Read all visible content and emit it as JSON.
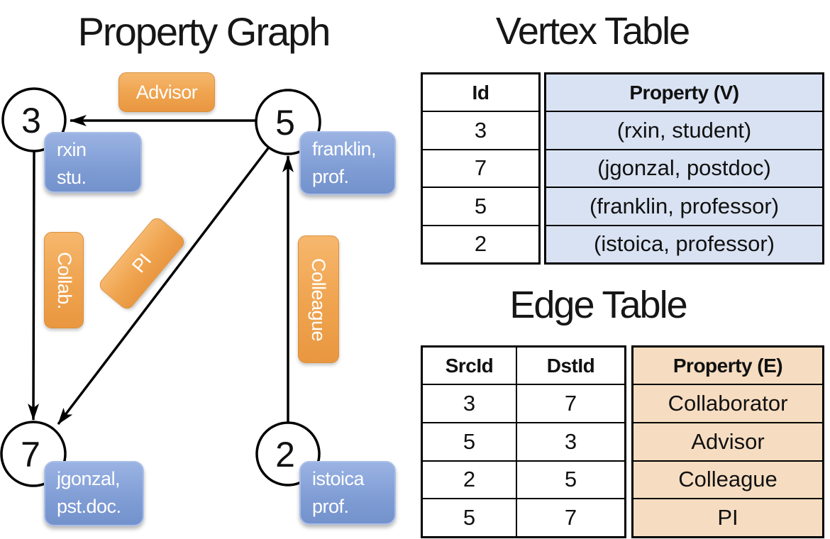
{
  "graph": {
    "title": "Property Graph",
    "nodes": [
      {
        "id": "3"
      },
      {
        "id": "5"
      },
      {
        "id": "7"
      },
      {
        "id": "2"
      }
    ],
    "properties": [
      {
        "line1": "rxin",
        "line2": "stu."
      },
      {
        "line1": "franklin,",
        "line2": "prof."
      },
      {
        "line1": "jgonzal,",
        "line2": "pst.doc."
      },
      {
        "line1": "istoica",
        "line2": "prof."
      }
    ],
    "edges": [
      {
        "label": "Advisor",
        "src": "5",
        "dst": "3"
      },
      {
        "label": "Collab.",
        "src": "3",
        "dst": "7"
      },
      {
        "label": "PI",
        "src": "5",
        "dst": "7"
      },
      {
        "label": "Colleague",
        "src": "2",
        "dst": "5"
      }
    ]
  },
  "vertex_table": {
    "title": "Vertex Table",
    "columns": [
      "Id",
      "Property (V)"
    ],
    "rows": [
      [
        "3",
        "(rxin, student)"
      ],
      [
        "7",
        "(jgonzal, postdoc)"
      ],
      [
        "5",
        "(franklin, professor)"
      ],
      [
        "2",
        "(istoica, professor)"
      ]
    ]
  },
  "edge_table": {
    "title": "Edge Table",
    "columns": [
      "SrcId",
      "DstId",
      "Property (E)"
    ],
    "rows": [
      [
        "3",
        "7",
        "Collaborator"
      ],
      [
        "5",
        "3",
        "Advisor"
      ],
      [
        "2",
        "5",
        "Colleague"
      ],
      [
        "5",
        "7",
        "PI"
      ]
    ]
  },
  "colors": {
    "edge_label_orange": "#EFA34E",
    "vertex_property_blue": "#84A0D6",
    "vertex_table_fill": "#D9E2F2",
    "edge_table_fill": "#F6DDC1",
    "line_black": "#000000"
  }
}
